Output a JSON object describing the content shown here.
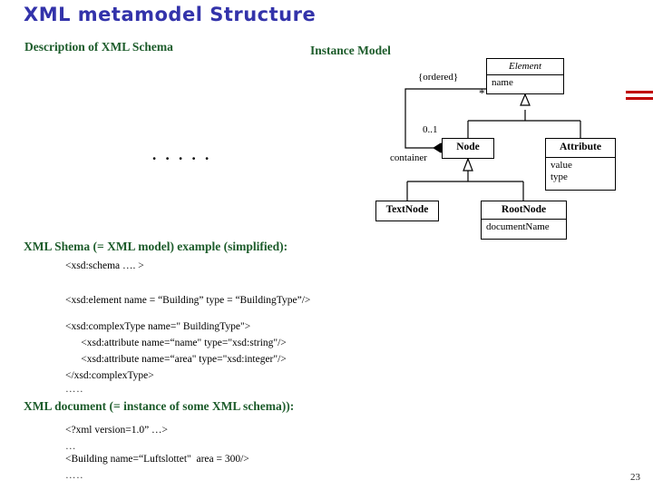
{
  "slide": {
    "title": "XML metamodel Structure",
    "page_number": "23",
    "title_color": "#3333aa",
    "heading_color": "#1d5c2b"
  },
  "headings": {
    "description": "Description of XML Schema",
    "instance_model": "Instance Model",
    "schema_example": "XML Shema (= XML model) example (simplified):",
    "xml_document": "XML document (= instance of some XML schema)):"
  },
  "left_placeholder": ". . . . .",
  "diagram": {
    "type": "uml-class-diagram",
    "classes": [
      {
        "id": "element",
        "name": "Element",
        "abstract": true,
        "attributes": [
          "name"
        ]
      },
      {
        "id": "node",
        "name": "Node",
        "abstract": false,
        "attributes": []
      },
      {
        "id": "attribute",
        "name": "Attribute",
        "abstract": false,
        "attributes": [
          "value",
          "type"
        ]
      },
      {
        "id": "textnode",
        "name": "TextNode",
        "abstract": false,
        "attributes": []
      },
      {
        "id": "rootnode",
        "name": "RootNode",
        "abstract": false,
        "attributes": [
          "documentName"
        ]
      }
    ],
    "labels": {
      "ordered": "{ordered}",
      "star_multiplicity": "*",
      "zero_one_multiplicity": "0..1",
      "container_role": "container"
    },
    "relations": [
      {
        "kind": "generalization",
        "from": "node",
        "to": "element"
      },
      {
        "kind": "generalization",
        "from": "attribute",
        "to": "element"
      },
      {
        "kind": "generalization",
        "from": "textnode",
        "to": "node"
      },
      {
        "kind": "generalization",
        "from": "rootnode",
        "to": "node"
      },
      {
        "kind": "composition",
        "from": "node",
        "to": "element",
        "role": "container",
        "source_multiplicity": "0..1",
        "target_multiplicity": "*",
        "constraint": "{ordered}"
      }
    ]
  },
  "schema_code": {
    "lines": [
      "<xsd:schema …. >",
      "<xsd:element name = “Building” type = “BuildingType”/>",
      "<xsd:complexType name=\" BuildingType\">",
      "      <xsd:attribute name=“name\" type=\"xsd:string\"/>",
      "      <xsd:attribute name=“area\" type=\"xsd:integer\"/>",
      "</xsd:complexType>",
      "….."
    ]
  },
  "document_code": {
    "lines": [
      "<?xml version=1.0” …>",
      "…",
      "<Building name=“Luftslottet\"  area = 300/>",
      "….."
    ]
  }
}
